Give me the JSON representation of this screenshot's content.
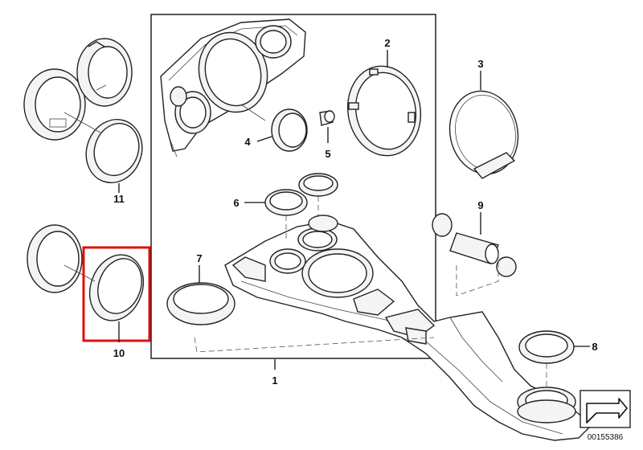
{
  "callouts": {
    "c1": "1",
    "c2": "2",
    "c3": "3",
    "c4": "4",
    "c5": "5",
    "c6": "6",
    "c7": "7",
    "c8": "8",
    "c9": "9",
    "c10": "10",
    "c11": "11"
  },
  "reference_number": "00155386",
  "highlight_color": "#e01010",
  "icons": {
    "direction": "arrow-icon"
  }
}
